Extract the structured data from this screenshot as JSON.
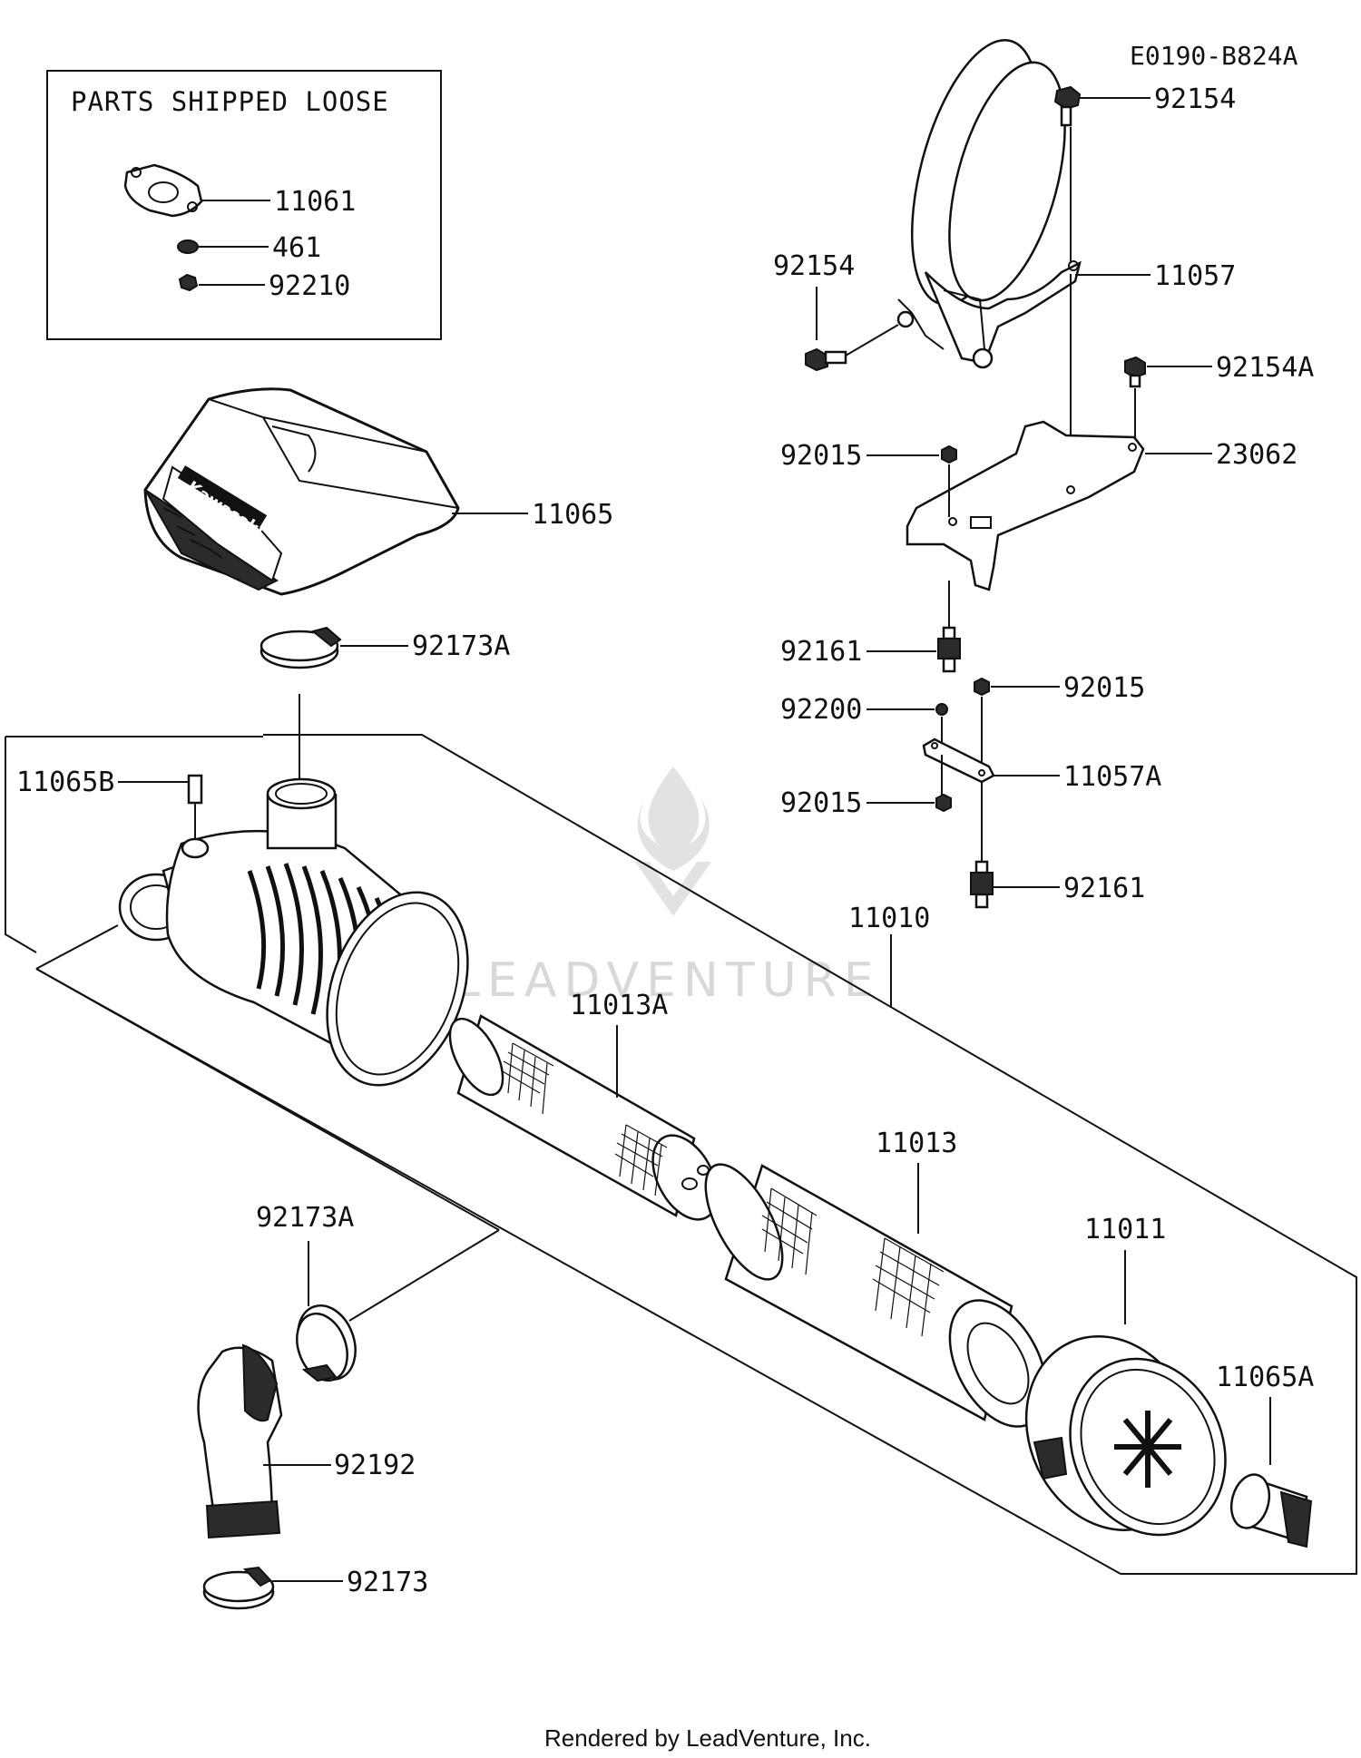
{
  "diagram_code": "E0190-B824A",
  "loose_parts_box": {
    "title": "PARTS SHIPPED LOOSE",
    "labels": [
      "11061",
      "461",
      "92210"
    ]
  },
  "callouts": {
    "p92154_top": "92154",
    "p92154_left": "92154",
    "p11057": "11057",
    "p92154A": "92154A",
    "p23062": "23062",
    "p92015_a": "92015",
    "p92161_a": "92161",
    "p92015_b": "92015",
    "p92200": "92200",
    "p11057A": "11057A",
    "p92015_c": "92015",
    "p92161_b": "92161",
    "p11065": "11065",
    "p92173A_top": "92173A",
    "p11065B": "11065B",
    "p11010": "11010",
    "p11013A": "11013A",
    "p11013": "11013",
    "p11011": "11011",
    "p11065A": "11065A",
    "p92173A_bottom": "92173A",
    "p92192": "92192",
    "p92173": "92173"
  },
  "cover_logo_text": "Kawasaki",
  "watermark": "LEADVENTURE",
  "footer": "Rendered by LeadVenture, Inc."
}
